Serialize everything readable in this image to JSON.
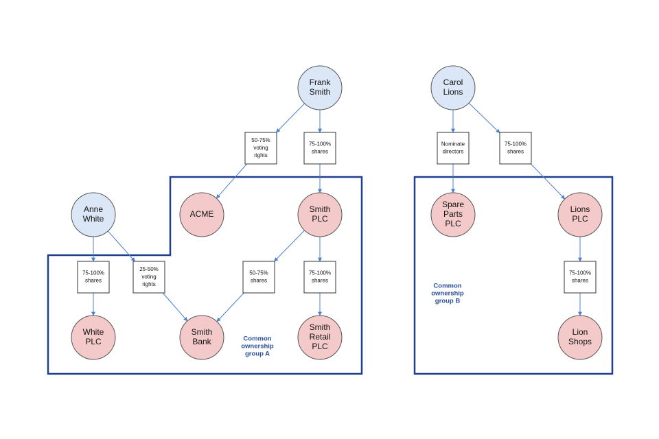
{
  "colors": {
    "person_fill": "#dbe7f7",
    "company_fill": "#f4c9c9",
    "node_stroke": "#555555",
    "arrow": "#4a7fd0",
    "group_border": "#1f3f8c",
    "group_text": "#2a4d9a"
  },
  "people": [
    {
      "id": "frank",
      "lines": [
        "Frank",
        "Smith"
      ]
    },
    {
      "id": "anne",
      "lines": [
        "Anne",
        "White"
      ]
    },
    {
      "id": "carol",
      "lines": [
        "Carol",
        "Lions"
      ]
    }
  ],
  "companies": [
    {
      "id": "acme",
      "lines": [
        "ACME"
      ]
    },
    {
      "id": "smithplc",
      "lines": [
        "Smith",
        "PLC"
      ]
    },
    {
      "id": "whiteplc",
      "lines": [
        "White",
        "PLC"
      ]
    },
    {
      "id": "smithbank",
      "lines": [
        "Smith",
        "Bank"
      ]
    },
    {
      "id": "smithretail",
      "lines": [
        "Smith",
        "Retail",
        "PLC"
      ]
    },
    {
      "id": "spareparts",
      "lines": [
        "Spare",
        "Parts",
        "PLC"
      ]
    },
    {
      "id": "lionsplc",
      "lines": [
        "Lions",
        "PLC"
      ]
    },
    {
      "id": "lionshops",
      "lines": [
        "Lion",
        "Shops"
      ]
    }
  ],
  "relations": [
    {
      "id": "r1",
      "lines": [
        "50-75%",
        "voting",
        "rights"
      ]
    },
    {
      "id": "r2",
      "lines": [
        "75-100%",
        "shares"
      ]
    },
    {
      "id": "r3",
      "lines": [
        "75-100%",
        "shares"
      ]
    },
    {
      "id": "r4",
      "lines": [
        "25-50%",
        "voting",
        "rights"
      ]
    },
    {
      "id": "r5",
      "lines": [
        "50-75%",
        "shares"
      ]
    },
    {
      "id": "r6",
      "lines": [
        "75-100%",
        "shares"
      ]
    },
    {
      "id": "r7",
      "lines": [
        "Nominate",
        "directors"
      ]
    },
    {
      "id": "r8",
      "lines": [
        "75-100%",
        "shares"
      ]
    },
    {
      "id": "r9",
      "lines": [
        "75-100%",
        "shares"
      ]
    }
  ],
  "groups": [
    {
      "id": "groupA",
      "lines": [
        "Common",
        "ownership",
        "group A"
      ]
    },
    {
      "id": "groupB",
      "lines": [
        "Common",
        "ownership",
        "group B"
      ]
    }
  ]
}
